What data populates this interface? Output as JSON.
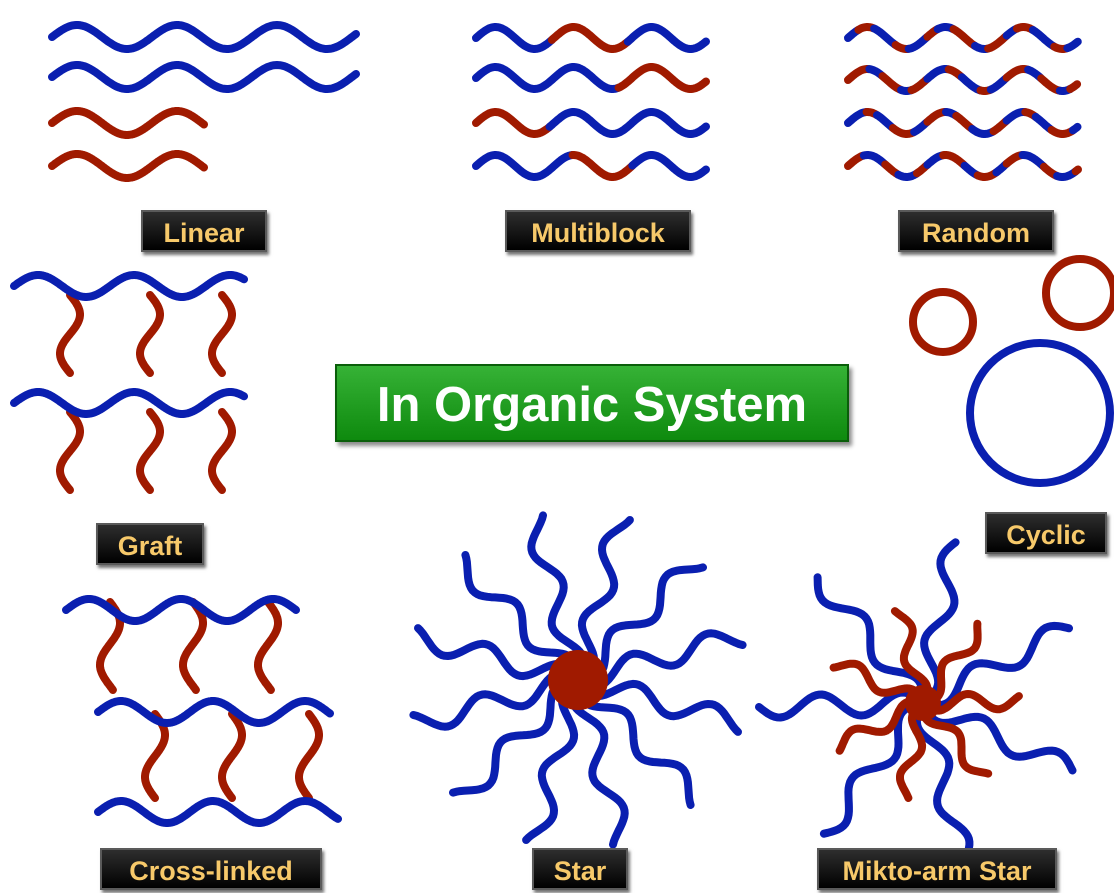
{
  "title": "In Organic System",
  "labels": {
    "linear": "Linear",
    "multiblock": "Multiblock",
    "random": "Random",
    "graft": "Graft",
    "cyclic": "Cyclic",
    "crosslinked": "Cross-linked",
    "star": "Star",
    "mikto": "Mikto-arm Star"
  },
  "colors": {
    "blue_block": "#0a1fb0",
    "red_block": "#a01a00",
    "label_bg": "#000000",
    "label_text": "#f7c96a",
    "title_bg": "#1a9a1a",
    "title_text": "#ffffff"
  }
}
